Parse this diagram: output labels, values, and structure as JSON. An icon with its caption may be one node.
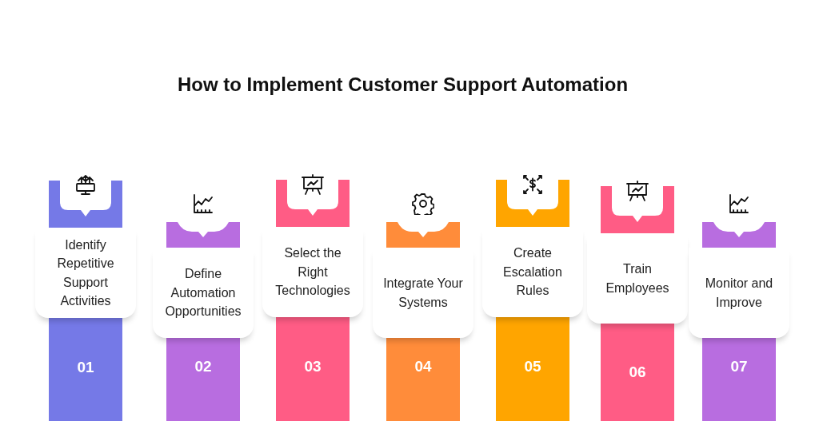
{
  "diagram": {
    "title": "How to Implement Customer Support Automation",
    "nodes": [
      {
        "text": [
          "Identify Repetitive Support Activities"
        ],
        "beside": [
          "01"
        ]
      },
      {
        "text": [
          "Define Automation Opportunities"
        ],
        "beside": [
          "02"
        ]
      },
      {
        "text": [
          "Select the Right Technologies"
        ],
        "beside": [
          "03"
        ]
      },
      {
        "text": [
          "Integrate Your Systems"
        ],
        "beside": [
          "04"
        ]
      },
      {
        "text": [
          "Create Escalation Rules"
        ],
        "beside": [
          "05"
        ]
      },
      {
        "text": [
          "Train Employees"
        ],
        "beside": [
          "06"
        ]
      },
      {
        "text": [
          "Monitor and Improve"
        ],
        "beside": [
          "07"
        ]
      }
    ],
    "edges": []
  }
}
